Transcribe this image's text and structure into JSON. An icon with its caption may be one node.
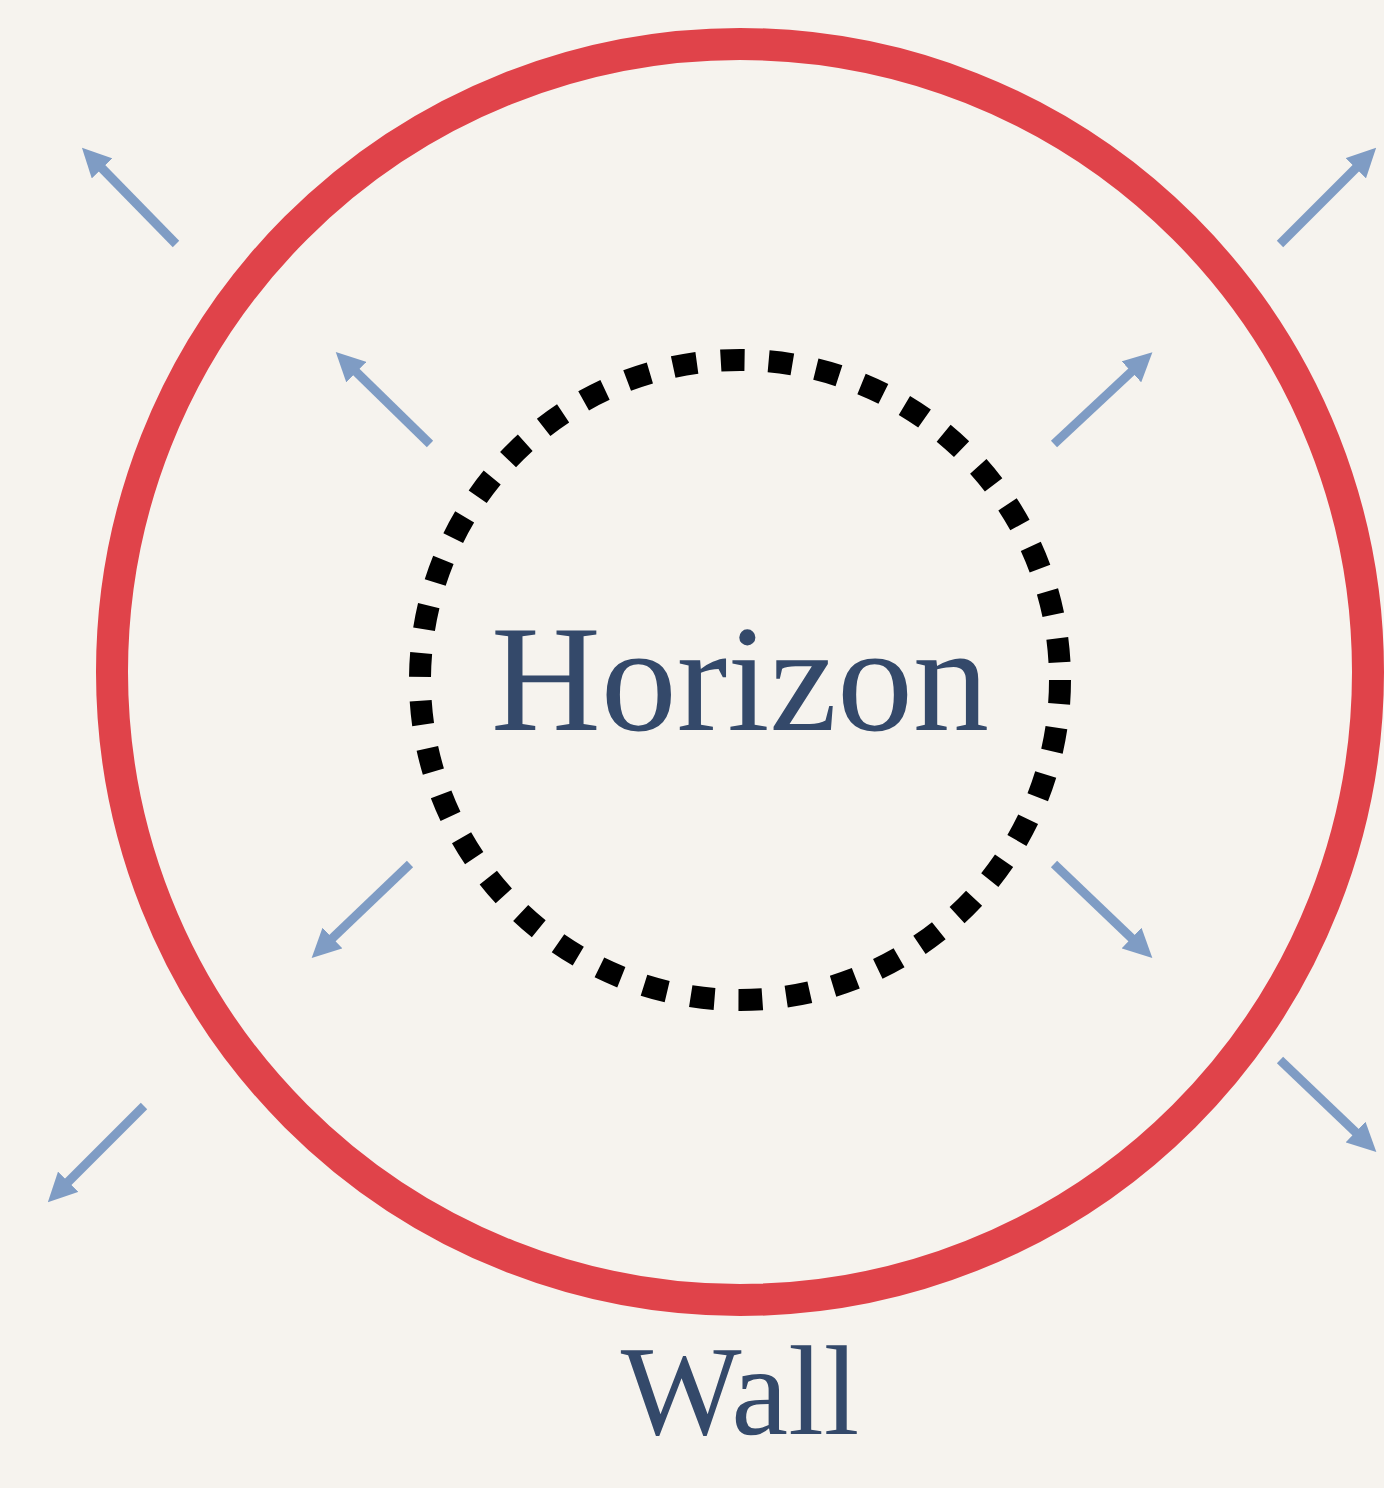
{
  "diagram": {
    "nodes": [
      {
        "text": [
          "Wall"
        ]
      },
      {
        "text": [
          "Horizon"
        ],
        "in": 0
      }
    ]
  }
}
